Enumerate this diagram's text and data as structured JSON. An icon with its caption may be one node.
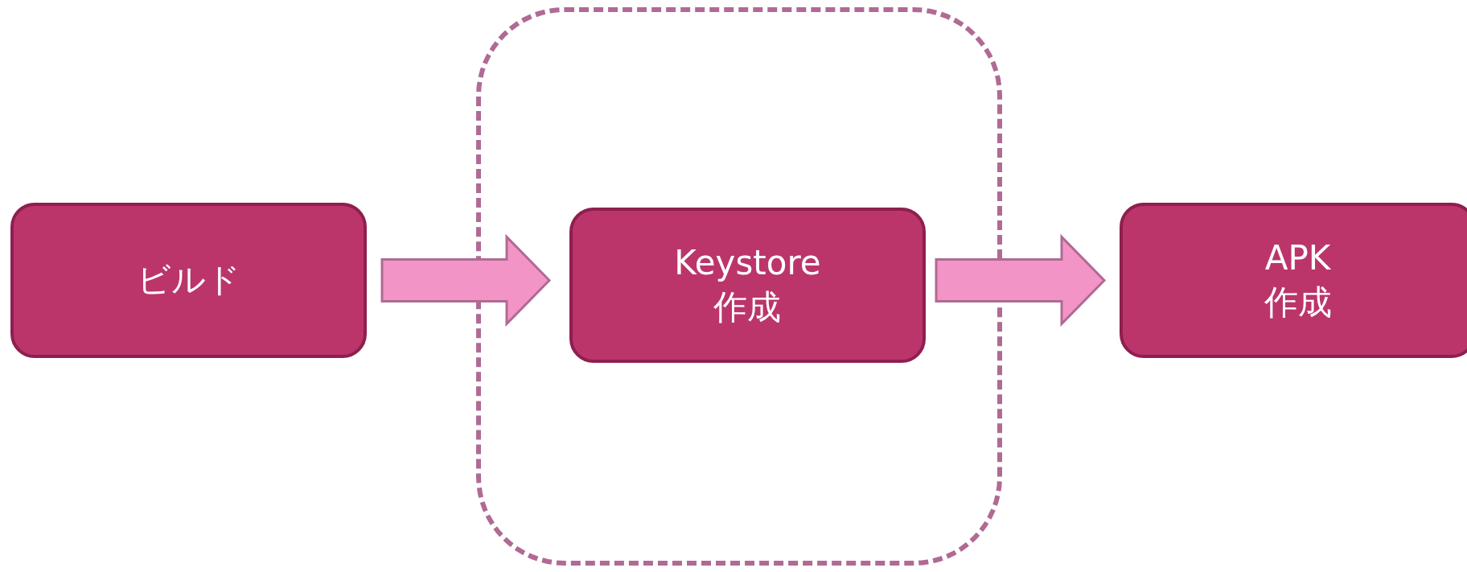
{
  "diagram": {
    "nodes": [
      {
        "text": [
          "ビルド"
        ]
      },
      {
        "text": [],
        "shape": "box"
      },
      {
        "text": [
          "Keystore 作成"
        ],
        "in": 1
      },
      {
        "text": [
          "APK 作成"
        ]
      }
    ],
    "edges": [
      {
        "from": 0,
        "to": 2,
        "arrow": "to"
      },
      {
        "from": 2,
        "to": 3,
        "arrow": "to"
      }
    ]
  }
}
